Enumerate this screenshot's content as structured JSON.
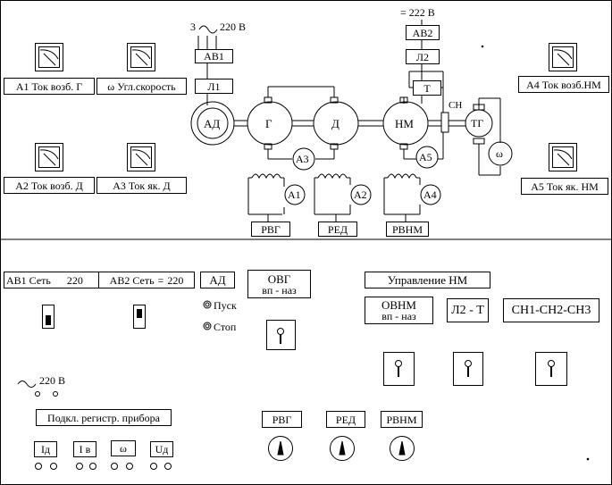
{
  "supply_ac": "3",
  "supply_ac_voltage": "220 В",
  "supply_dc": "= 222 В",
  "breakers": {
    "ab1": "АВ1",
    "ab2": "АВ2"
  },
  "contactors": {
    "l1": "Л1",
    "l2": "Л2",
    "t": "Т"
  },
  "machines": {
    "ad": "АД",
    "g": "Г",
    "d": "Д",
    "nm": "НМ",
    "tg": "ТГ",
    "sn": "СН",
    "omega": "ω"
  },
  "ammeters": {
    "a1": "А1",
    "a2": "А2",
    "a3": "А3",
    "a4": "А4",
    "a5": "А5"
  },
  "regulators": {
    "rvg": "РВГ",
    "red": "РЕД",
    "rvnm": "РВНМ"
  },
  "instruments": [
    {
      "label": "А1  Ток возб. Г"
    },
    {
      "label": "ω Угл.скорость"
    },
    {
      "label": "А2  Ток возб. Д"
    },
    {
      "label": "А3  Ток як. Д"
    },
    {
      "label": "А4 Ток возб.НМ"
    },
    {
      "label": "А5 Ток як. НМ"
    }
  ],
  "panel": {
    "ab1_net": "АВ1 Сеть",
    "ab1_volt": "220",
    "ab2_net": "АВ2 Сеть",
    "ab2_volt": "220",
    "ad": "АД",
    "start": "Пуск",
    "stop": "Стоп",
    "ovg": "ОВГ",
    "ovg_sub": "вп - наз",
    "control_nm": "Управление   НМ",
    "ovnm": "ОВНМ",
    "ovnm_sub": "вп - наз",
    "l2t": "Л2 - Т",
    "sn123": "СН1-СН2-СН3",
    "ac220": "220 В",
    "recorder": "Подкл. регистр. прибора",
    "meters": [
      "Iд",
      "I в",
      "ω",
      "Uд"
    ],
    "rvg": "РВГ",
    "red": "РЕД",
    "rvnm": "РВНМ"
  }
}
